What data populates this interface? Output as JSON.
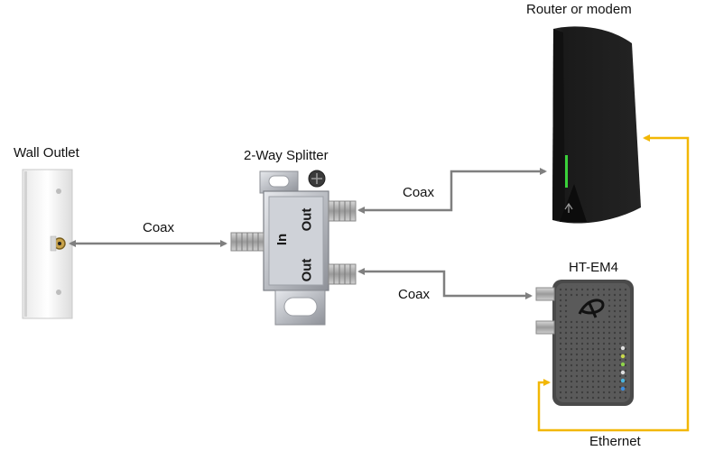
{
  "devices": {
    "wall_outlet": {
      "label": "Wall Outlet"
    },
    "splitter": {
      "label": "2-Way Splitter",
      "port_in": "In",
      "port_out_top": "Out",
      "port_out_bottom": "Out"
    },
    "router": {
      "label": "Router or modem"
    },
    "adapter": {
      "label": "HT-EM4"
    }
  },
  "connections": {
    "outlet_to_splitter": {
      "label": "Coax"
    },
    "splitter_to_router": {
      "label": "Coax"
    },
    "splitter_to_adapter": {
      "label": "Coax"
    },
    "adapter_to_router": {
      "label": "Ethernet"
    }
  },
  "colors": {
    "coax_line": "#7f7f7f",
    "ethernet_line": "#f2b705",
    "router_led": "#3ad13a"
  }
}
